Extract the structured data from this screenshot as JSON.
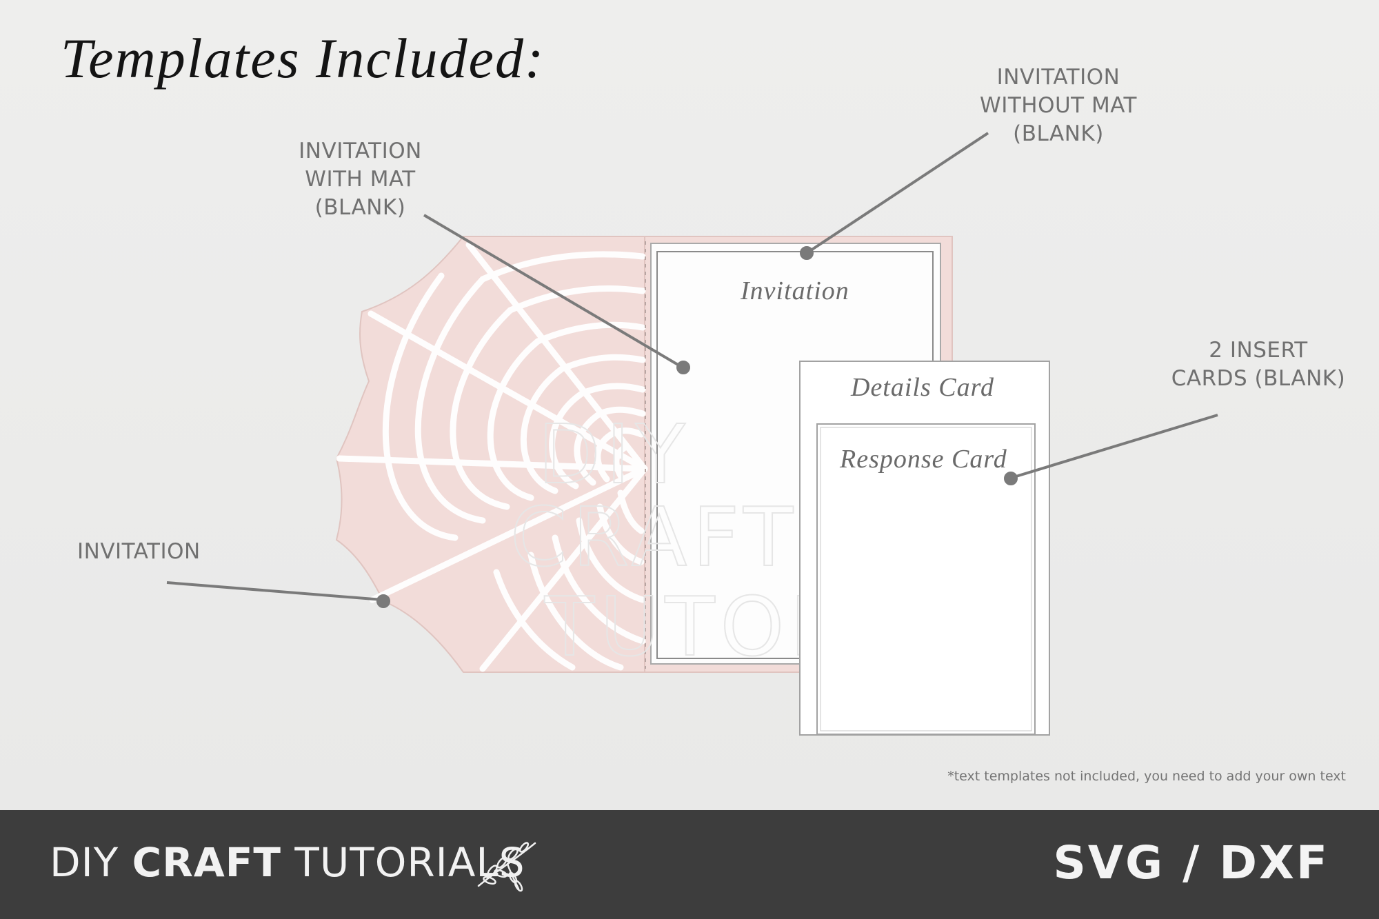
{
  "title": "Templates Included:",
  "callouts": {
    "invitation": "INVITATION",
    "with_mat": [
      "INVITATION",
      "WITH MAT",
      "(BLANK)"
    ],
    "without_mat": [
      "INVITATION",
      "WITHOUT MAT",
      "(BLANK)"
    ],
    "insert_cards": [
      "2 INSERT",
      "CARDS (BLANK)"
    ]
  },
  "card_labels": {
    "invitation": "Invitation",
    "details": "Details Card",
    "response": "Response Card"
  },
  "watermark": [
    "DIY",
    "CRAFT",
    "TUTORIALS"
  ],
  "footnote": "*text templates not included, you need to add your own text",
  "footer": {
    "brand_light_1": "DIY ",
    "brand_bold": "CRAFT",
    "brand_light_2": " TUTORIALS",
    "formats": "SVG / DXF"
  },
  "colors": {
    "background": "#ececeb",
    "footer": "#3d3d3d",
    "blush": "#f2dcd9",
    "card_stroke": "#8a8a8a",
    "leader": "#7a7a7a"
  },
  "icons": [
    "leaf-sprig-icon"
  ]
}
